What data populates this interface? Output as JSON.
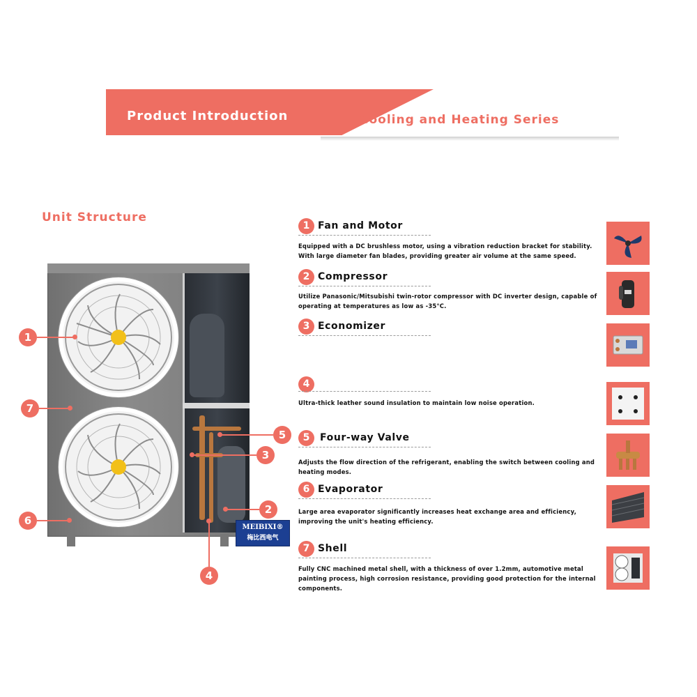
{
  "banner": {
    "title": "Product Introduction",
    "subtitle": "Cooling and Heating Series"
  },
  "section_title": "Unit Structure",
  "brand": {
    "logo_en": "MEIBIXI®",
    "logo_cn": "梅比西电气",
    "color": "#1c3f92"
  },
  "accent_color": "#ee6e62",
  "callouts": [
    "1",
    "2",
    "3",
    "4",
    "5",
    "6",
    "7"
  ],
  "features": [
    {
      "number": "1",
      "title": "Fan and Motor",
      "description": "Equipped with a DC brushless motor, using a vibration reduction bracket for stability. With large diameter fan blades, providing greater air volume at the same speed.",
      "thumb_icon": "fan-blade-icon"
    },
    {
      "number": "2",
      "title": "Compressor",
      "description": "Utilize Panasonic/Mitsubishi twin-rotor compressor with DC inverter design, capable of operating at temperatures as low as -35°C.",
      "thumb_icon": "compressor-icon"
    },
    {
      "number": "3",
      "title": "Economizer",
      "description": "",
      "thumb_icon": "plate-heat-exchanger-icon"
    },
    {
      "number": "4",
      "title": "",
      "description": "Ultra-thick leather sound insulation to maintain low noise operation.",
      "thumb_icon": "insulation-panel-icon"
    },
    {
      "number": "5",
      "title": "Four-way Valve",
      "description": "Adjusts the flow direction of the refrigerant, enabling the switch between cooling and heating modes.",
      "thumb_icon": "four-way-valve-icon"
    },
    {
      "number": "6",
      "title": "Evaporator",
      "description": "Large area evaporator significantly increases heat exchange area and efficiency, improving the unit's heating efficiency.",
      "thumb_icon": "evaporator-icon"
    },
    {
      "number": "7",
      "title": "Shell",
      "description": "Fully CNC machined metal shell, with a thickness of over 1.2mm, automotive metal painting process, high corrosion resistance, providing good protection for the internal components.",
      "thumb_icon": "unit-shell-icon"
    }
  ]
}
